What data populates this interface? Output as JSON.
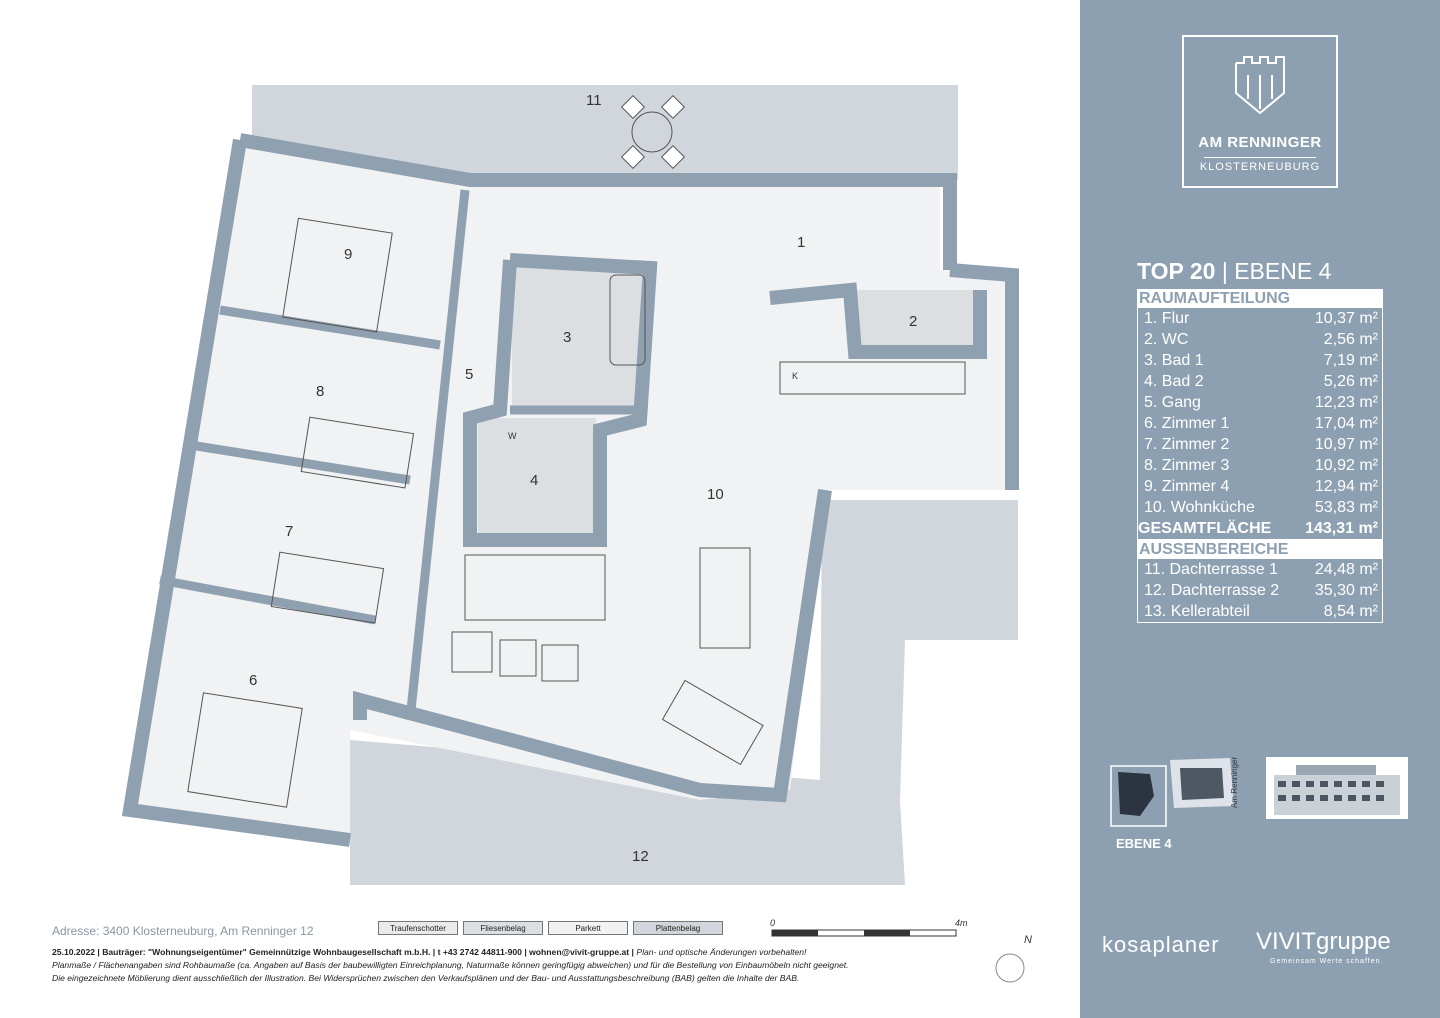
{
  "rooms": {
    "r1": "1",
    "r2": "2",
    "r3": "3",
    "r4": "4",
    "r5": "5",
    "r6": "6",
    "r7": "7",
    "r8": "8",
    "r9": "9",
    "r10": "10",
    "r11": "11",
    "r12": "12"
  },
  "kitchen_marks": {
    "k": "K",
    "w": "W"
  },
  "legend": [
    "Traufenschotter",
    "Fliesenbelag",
    "Parkett",
    "Plattenbelag"
  ],
  "address": "Adresse: 3400 Klosterneuburg, Am Renninger 12",
  "footer": {
    "line1_bold": "25.10.2022 | Bauträger: \"Wohnungseigentümer\" Gemeinnützige Wohnbaugesellschaft m.b.H. | t +43 2742 44811-900 | wohnen@vivit-gruppe.at |",
    "line1_italic": " Plan- und optische Änderungen vorbehalten!",
    "line2": "Planmaße / Flächenangaben sind Rohbaumaße (ca. Angaben auf Basis der baubewilligten Einreichplanung, Naturmaße können geringfügig abweichen) und für die Bestellung von Einbaumöbeln nicht geeignet.",
    "line3": "Die eingezeichnete Möblierung dient ausschließlich der Illustration. Bei Widersprüchen zwischen den Verkaufsplänen und der Bau- und Ausstattungsbeschreibung (BAB) gelten die Inhalte der BAB."
  },
  "scale": {
    "start": "0",
    "end": "4m"
  },
  "north": "N",
  "logo": {
    "title": "AM RENNINGER",
    "subtitle": "KLOSTERNEUBURG"
  },
  "unit": {
    "top": "TOP 20",
    "separator": " | ",
    "level": "EBENE 4"
  },
  "raumaufteilung": {
    "heading": "RAUMAUFTEILUNG",
    "rows": [
      {
        "name": "1. Flur",
        "area": "10,37 m²"
      },
      {
        "name": "2. WC",
        "area": "2,56 m²"
      },
      {
        "name": "3. Bad 1",
        "area": "7,19 m²"
      },
      {
        "name": "4. Bad 2",
        "area": "5,26 m²"
      },
      {
        "name": "5. Gang",
        "area": "12,23 m²"
      },
      {
        "name": "6. Zimmer 1",
        "area": "17,04 m²"
      },
      {
        "name": "7. Zimmer 2",
        "area": "10,97 m²"
      },
      {
        "name": "8. Zimmer 3",
        "area": "10,92 m²"
      },
      {
        "name": "9. Zimmer 4",
        "area": "12,94 m²"
      },
      {
        "name": "10. Wohnküche",
        "area": "53,83 m²"
      }
    ],
    "total_label": "GESAMTFLÄCHE",
    "total_value": "143,31 m²"
  },
  "aussenbereiche": {
    "heading": "AUSSENBEREICHE",
    "rows": [
      {
        "name": "11. Dachterrasse 1",
        "area": "24,48 m²"
      },
      {
        "name": "12. Dachterrasse 2",
        "area": "35,30 m²"
      },
      {
        "name": "13. Kellerabteil",
        "area": "8,54 m²"
      }
    ]
  },
  "keyplan": {
    "label": "EBENE 4",
    "street": "Am Renninger"
  },
  "brands": {
    "kosaplaner": "kosaplaner",
    "vivit": "VIVITgruppe",
    "vivit_sub": "Gemeinsam Werte schaffen."
  },
  "colors": {
    "sidebar": "#8da0b1",
    "wall": "#8fa0b0",
    "tiles": "#dcdfe2",
    "floor": "#f1f2f3",
    "terrace": "#d0d6dc"
  }
}
